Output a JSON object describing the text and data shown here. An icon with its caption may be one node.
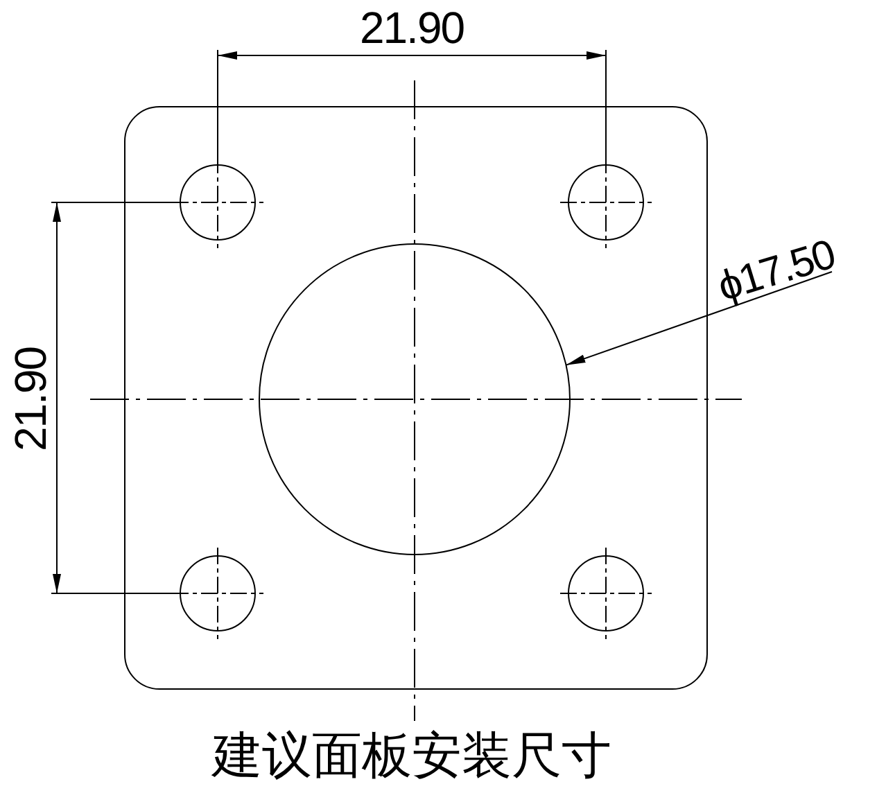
{
  "diagram": {
    "caption": "建议面板安装尺寸",
    "nodes": [
      {
        "text": [
          "ϕ17.50"
        ]
      },
      {
        "text": [],
        "shape": "circle"
      }
    ],
    "edges": [
      {
        "from": 0,
        "to": 1,
        "arrow": "to"
      }
    ],
    "labels": [
      "21.90",
      "21.90"
    ]
  }
}
